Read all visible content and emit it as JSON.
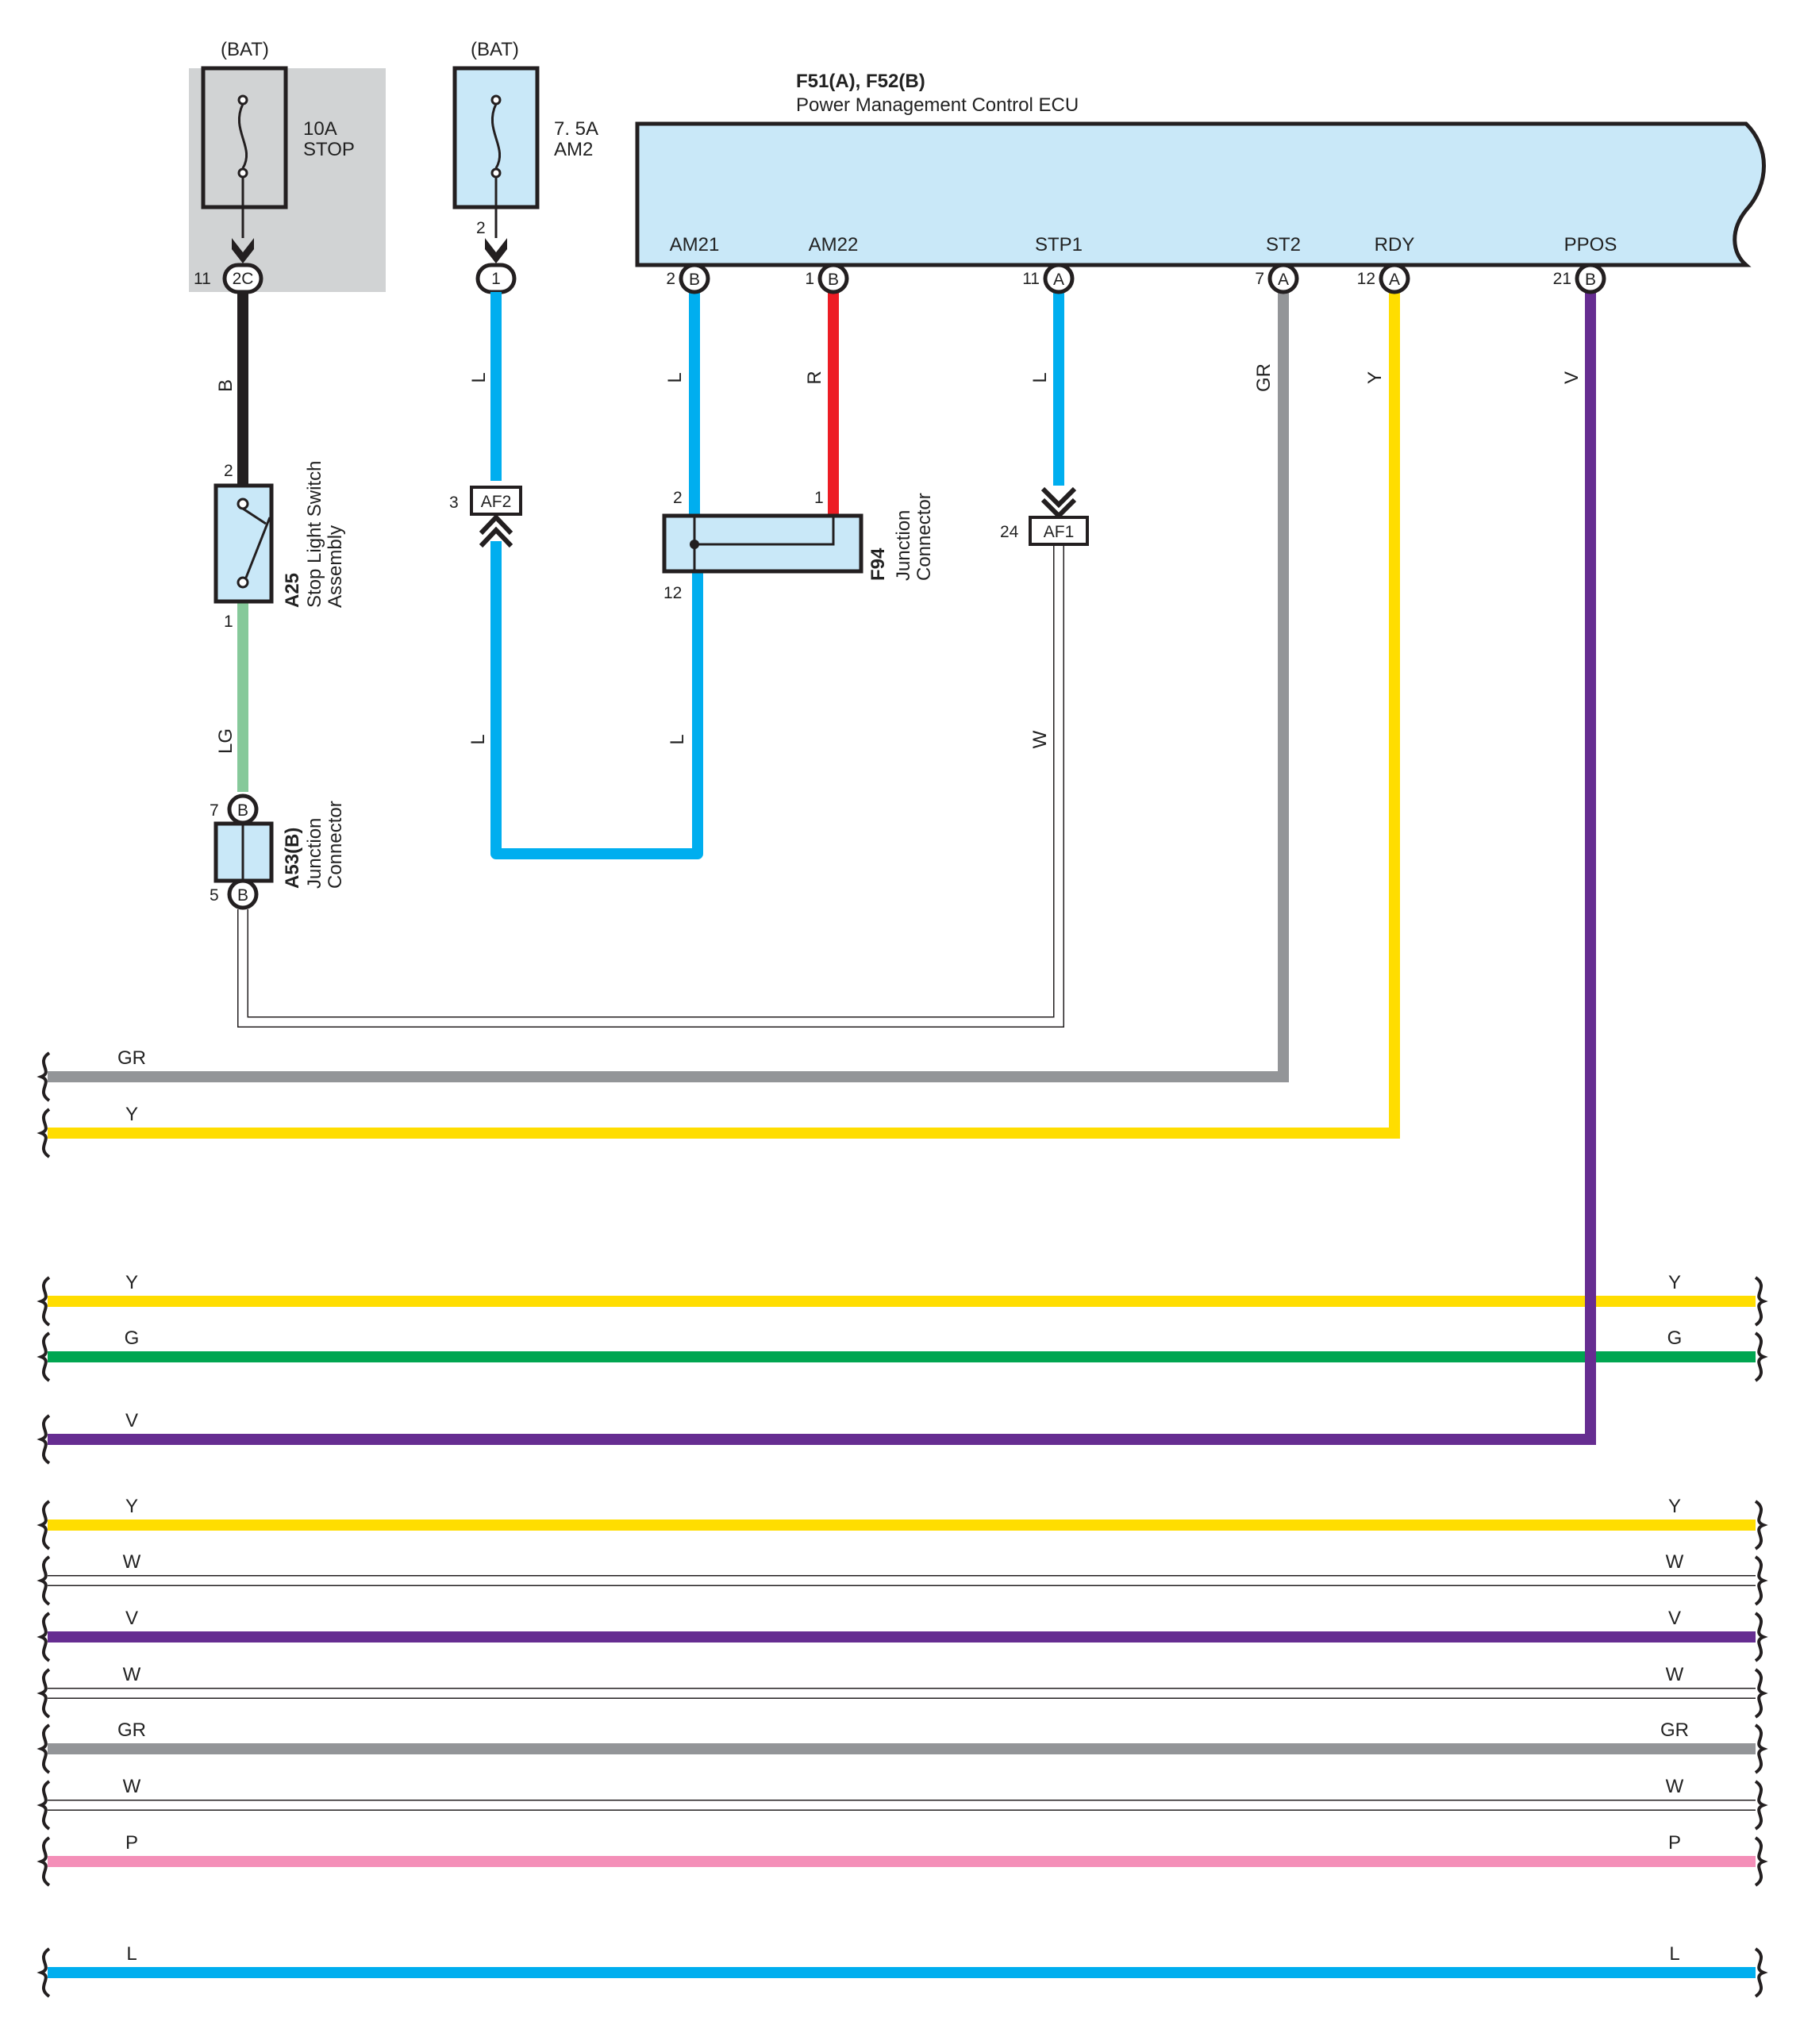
{
  "colors": {
    "B": "#231f20",
    "L": "#00aeef",
    "R": "#ed1c24",
    "GR": "#939598",
    "Y": "#ffdd00",
    "V": "#662d91",
    "LG": "#86c99a",
    "G": "#00a651",
    "P": "#f48fb8",
    "W": "#ffffff",
    "component_fill": "#c9e8f8",
    "shade": "#d1d3d4"
  },
  "fuses": [
    {
      "source": "(BAT)",
      "rating": "10A",
      "name": "STOP"
    },
    {
      "source": "(BAT)",
      "rating": "7. 5A",
      "name": "AM2"
    }
  ],
  "ecu": {
    "code": "F51(A), F52(B)",
    "name": "Power Management Control ECU",
    "terminals": [
      {
        "name": "AM21",
        "pin": "2",
        "conn": "B",
        "wire": "L"
      },
      {
        "name": "AM22",
        "pin": "1",
        "conn": "B",
        "wire": "R"
      },
      {
        "name": "STP1",
        "pin": "11",
        "conn": "A",
        "wire": "L"
      },
      {
        "name": "ST2",
        "pin": "7",
        "conn": "A",
        "wire": "GR"
      },
      {
        "name": "RDY",
        "pin": "12",
        "conn": "A",
        "wire": "Y"
      },
      {
        "name": "PPOS",
        "pin": "21",
        "conn": "B",
        "wire": "V"
      }
    ]
  },
  "connectors": {
    "stop_fuse_pin": "11",
    "stop_fuse_conn": "2C",
    "am2_fuse_pin": "2",
    "am2_conn": "1",
    "af2_pin": "3",
    "af2": "AF2",
    "af1_pin": "24",
    "af1": "AF1"
  },
  "components": {
    "stop_switch": {
      "code": "A25",
      "line1": "Stop Light Switch",
      "line2": "Assembly",
      "pin_top": "2",
      "pin_bottom": "1"
    },
    "f94": {
      "code": "F94",
      "line1": "Junction",
      "line2": "Connector",
      "pin_a": "2",
      "pin_b": "1",
      "pin_c": "12"
    },
    "a53": {
      "code": "A53(B)",
      "line1": "Junction",
      "line2": "Connector",
      "pin_top": "7",
      "pin_top_conn": "B",
      "pin_bottom": "5",
      "pin_bottom_conn": "B"
    }
  },
  "wire_labels": {
    "stop_b": "B",
    "am2_l": "L",
    "am21_l_top": "L",
    "am22_r": "R",
    "stp1_l": "L",
    "st2_gr": "GR",
    "rdy_y": "Y",
    "ppos_v": "V",
    "stop_lg": "LG",
    "am2_l_bottom": "L",
    "f94_l_bottom": "L",
    "af1_w": "W"
  },
  "bus_groups": [
    [
      {
        "c": "GR",
        "l": "GR",
        "r": ""
      },
      {
        "c": "Y",
        "l": "Y",
        "r": ""
      }
    ],
    [
      {
        "c": "Y",
        "l": "Y",
        "r": "Y"
      },
      {
        "c": "G",
        "l": "G",
        "r": "G"
      },
      {
        "c": "V",
        "l": "V",
        "r": ""
      }
    ],
    [
      {
        "c": "Y",
        "l": "Y",
        "r": "Y"
      },
      {
        "c": "W",
        "l": "W",
        "r": "W"
      },
      {
        "c": "V",
        "l": "V",
        "r": "V"
      },
      {
        "c": "W",
        "l": "W",
        "r": "W"
      },
      {
        "c": "GR",
        "l": "GR",
        "r": "GR"
      },
      {
        "c": "W",
        "l": "W",
        "r": "W"
      },
      {
        "c": "P",
        "l": "P",
        "r": "P"
      }
    ],
    [
      {
        "c": "L",
        "l": "L",
        "r": "L"
      }
    ]
  ]
}
